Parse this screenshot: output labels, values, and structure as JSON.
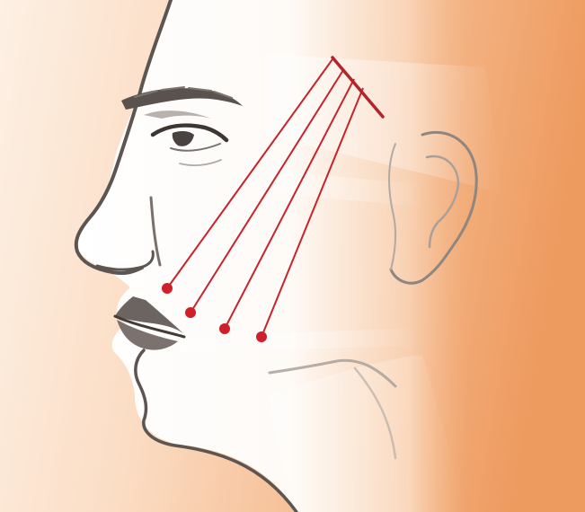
{
  "illustration": {
    "subject": "face-profile-thread-lift",
    "colors": {
      "bg_light": "#fbe3cf",
      "bg_dark": "#ee9e64",
      "skin": "#fefcfa",
      "outline": "#5c5552",
      "shadow": "#a59c96",
      "thread": "#c8232c",
      "thread_dot": "#cf1f2a",
      "band": "#ffffff"
    },
    "threads": [
      {
        "name": "thread-1"
      },
      {
        "name": "thread-2"
      },
      {
        "name": "thread-3"
      },
      {
        "name": "thread-4"
      }
    ],
    "anchor_bar": {
      "name": "temple-anchor-bar"
    }
  }
}
